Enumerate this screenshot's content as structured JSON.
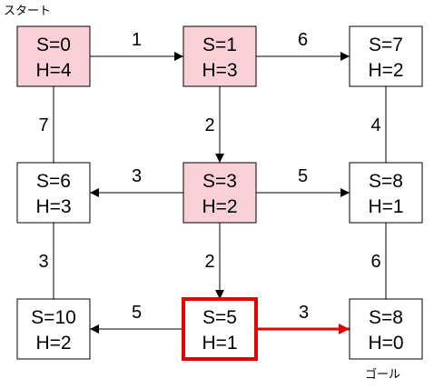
{
  "labels": {
    "start": "スタート",
    "goal": "ゴール"
  },
  "colors": {
    "visited_fill": "#f9cfd8",
    "plain_fill": "#ffffff",
    "highlight": "#e60000",
    "stroke": "#000000"
  },
  "nodes": [
    {
      "id": "n00",
      "s": "S=0",
      "h": "H=4",
      "state": "visited"
    },
    {
      "id": "n01",
      "s": "S=1",
      "h": "H=3",
      "state": "visited"
    },
    {
      "id": "n02",
      "s": "S=7",
      "h": "H=2",
      "state": "plain"
    },
    {
      "id": "n10",
      "s": "S=6",
      "h": "H=3",
      "state": "plain"
    },
    {
      "id": "n11",
      "s": "S=3",
      "h": "H=2",
      "state": "visited"
    },
    {
      "id": "n12",
      "s": "S=8",
      "h": "H=1",
      "state": "plain"
    },
    {
      "id": "n20",
      "s": "S=10",
      "h": "H=2",
      "state": "plain"
    },
    {
      "id": "n21",
      "s": "S=5",
      "h": "H=1",
      "state": "current"
    },
    {
      "id": "n22",
      "s": "S=8",
      "h": "H=0",
      "state": "goal"
    }
  ],
  "edges": [
    {
      "from": "n00",
      "to": "n01",
      "weight": "1",
      "arrow": true,
      "highlight": false
    },
    {
      "from": "n01",
      "to": "n02",
      "weight": "6",
      "arrow": true,
      "highlight": false
    },
    {
      "from": "n00",
      "to": "n10",
      "weight": "7",
      "arrow": false,
      "highlight": false
    },
    {
      "from": "n01",
      "to": "n11",
      "weight": "2",
      "arrow": true,
      "highlight": false
    },
    {
      "from": "n02",
      "to": "n12",
      "weight": "4",
      "arrow": false,
      "highlight": false
    },
    {
      "from": "n11",
      "to": "n10",
      "weight": "3",
      "arrow": true,
      "highlight": false
    },
    {
      "from": "n11",
      "to": "n12",
      "weight": "5",
      "arrow": true,
      "highlight": false
    },
    {
      "from": "n10",
      "to": "n20",
      "weight": "3",
      "arrow": false,
      "highlight": false
    },
    {
      "from": "n11",
      "to": "n21",
      "weight": "2",
      "arrow": true,
      "highlight": false
    },
    {
      "from": "n12",
      "to": "n22",
      "weight": "6",
      "arrow": false,
      "highlight": false
    },
    {
      "from": "n21",
      "to": "n20",
      "weight": "5",
      "arrow": true,
      "highlight": false
    },
    {
      "from": "n21",
      "to": "n22",
      "weight": "3",
      "arrow": true,
      "highlight": true
    }
  ]
}
